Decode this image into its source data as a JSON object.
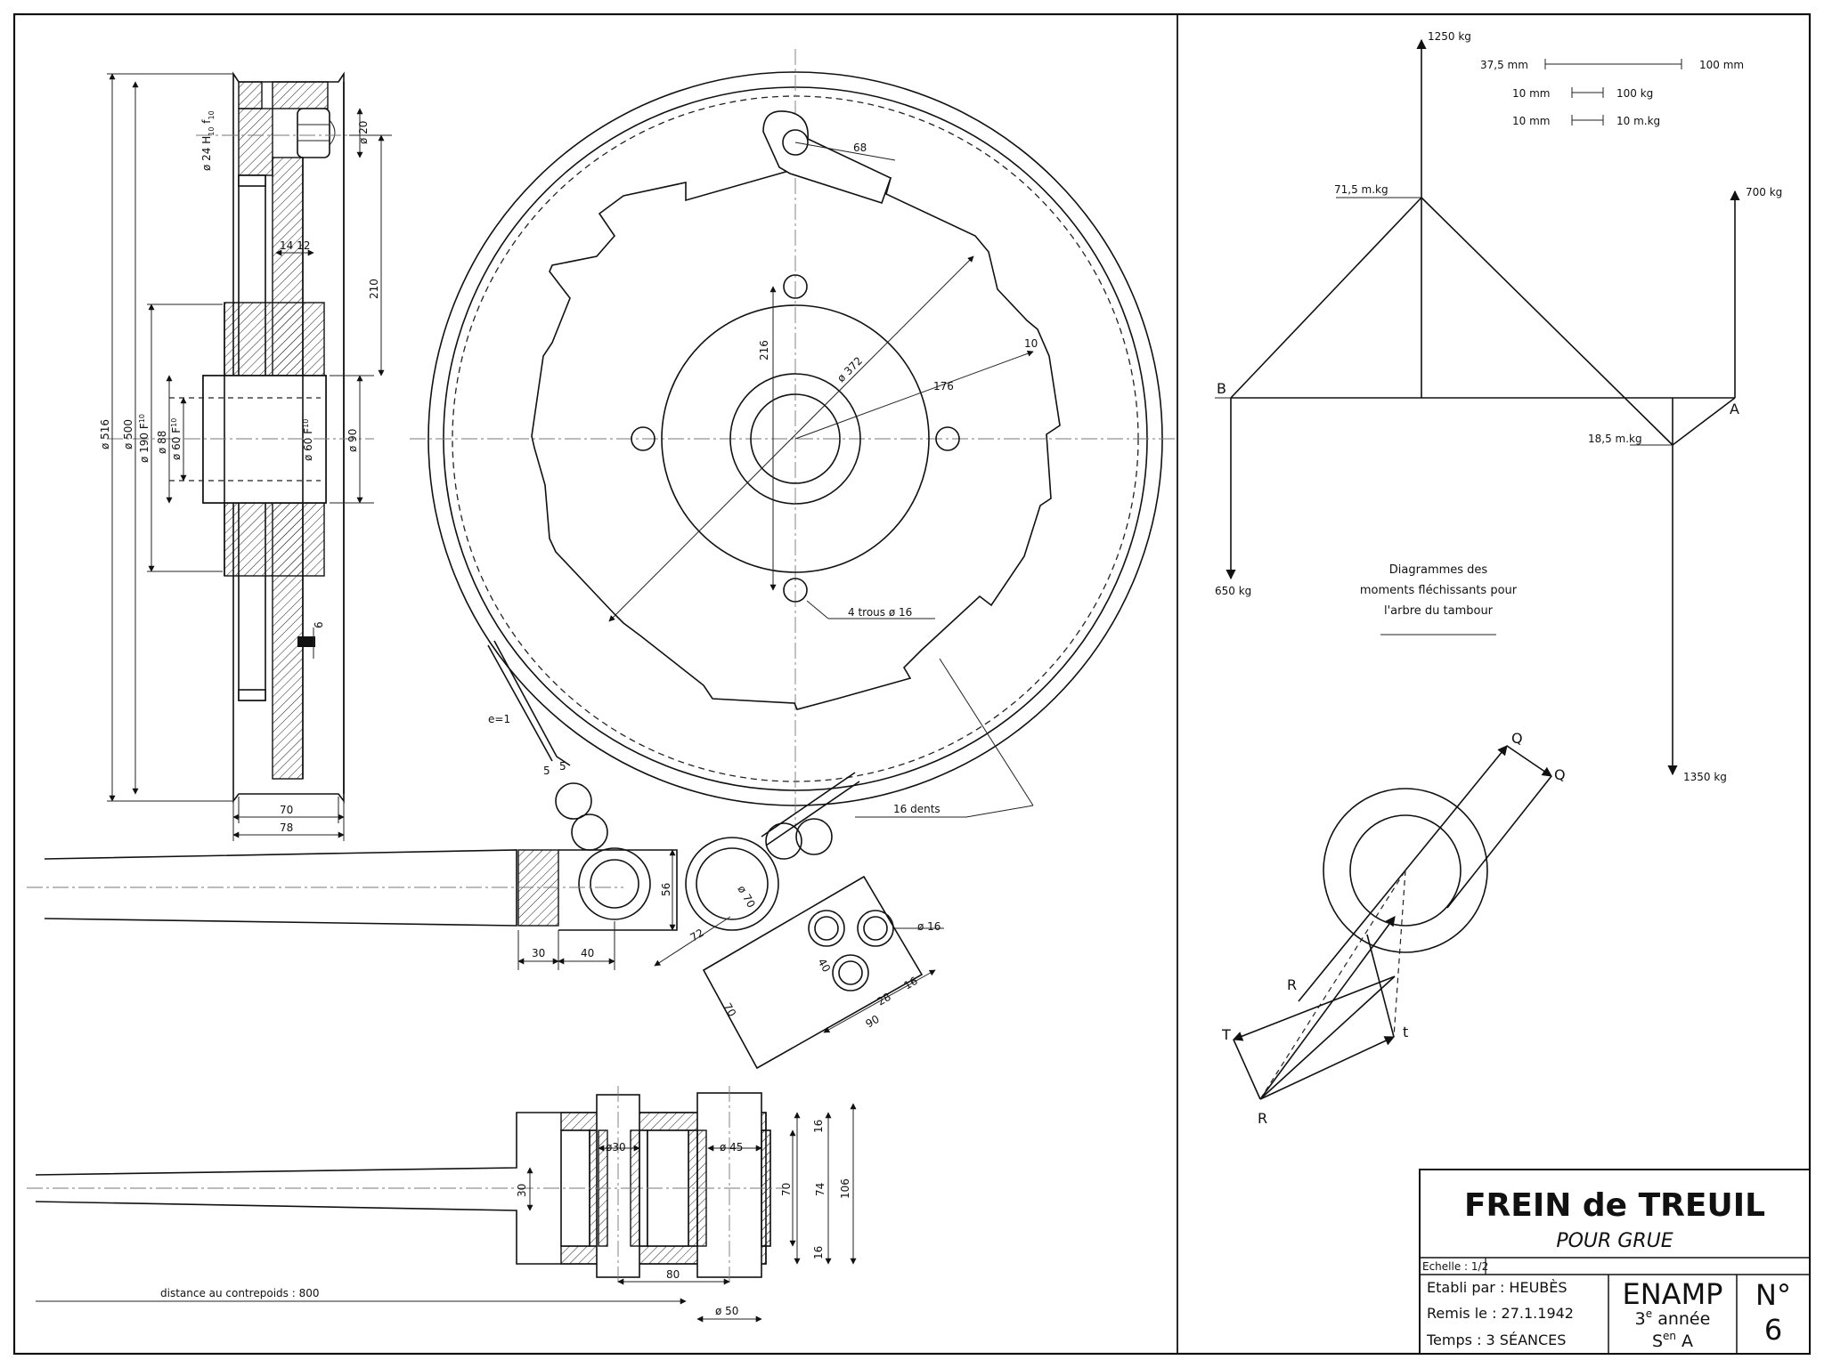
{
  "title_block": {
    "title": "FREIN de TREUIL",
    "subtitle": "POUR GRUE",
    "scale_label": "Echelle : ",
    "scale_value": "1/2",
    "author": "Etabli par : HEUBÈS",
    "date": "Remis le : 27.1.1942",
    "time": "Temps :   3 SÉANCES",
    "school": "ENAMP",
    "year_text": "année",
    "year_num": "3",
    "year_sup": "e",
    "section_main": "S",
    "section_sup": "en",
    "section_letter": " A",
    "number_label": "N°",
    "number": "6"
  },
  "side_view": {
    "dia_516": "ø 516",
    "dia_500": "ø 500",
    "dia_190": "ø 190 F",
    "dia_190_sub": "10",
    "dia_88": "ø 88",
    "dia_60": "ø 60 F",
    "dia_60_sub": "10",
    "dia_60_hub": "ø 60 F",
    "dia_60_hub_sub": "10",
    "dia_24": "ø 24 H",
    "dia_24_sub1": "10",
    "dia_24_f": " f",
    "dia_24_sub2": "10",
    "dia_20": "ø 20",
    "dia_90": "ø 90",
    "dim_210": "210",
    "dim_14_12": "14 12",
    "dim_6": "6",
    "dim_70": "70",
    "dim_78": "78"
  },
  "front_view": {
    "dim_68": "68",
    "dim_216": "216",
    "dim_372": "ø 372",
    "dim_176": "176",
    "dim_10": "10",
    "holes": "4 trous ø 16",
    "teeth": "16 dents",
    "band": "e=1",
    "dim_5a": "5",
    "dim_5b": "5"
  },
  "lever": {
    "dim_56": "56",
    "dim_30": "30",
    "dim_40": "40",
    "dim_72": "72",
    "dim_70_dia": "ø 70",
    "dim_16_dia": "ø 16",
    "dim_40b": "40",
    "dim_28": "28",
    "dim_16": "16",
    "dim_90": "90",
    "dim_70b": "70"
  },
  "plan_view": {
    "dim_30": "30",
    "dim_d30": "ø30",
    "dim_d45": "ø 45",
    "dim_16a": "16",
    "dim_70": "70",
    "dim_74": "74",
    "dim_106": "106",
    "dim_16b": "16",
    "dim_80": "80",
    "dim_d50": "ø 50",
    "contrepoids": "distance au contrepoids : 800"
  },
  "moment_diagram": {
    "load_top": "1250 kg",
    "scale1_a": "37,5 mm",
    "scale1_b": "100 mm",
    "scale2_a": "10 mm",
    "scale2_b": "100 kg",
    "scale3_a": "10 mm",
    "scale3_b": "10 m.kg",
    "moment_peak": "71,5 m.kg",
    "load_700": "700 kg",
    "point_b": "B",
    "point_a": "A",
    "moment_low": "18,5 m.kg",
    "load_650": "650 kg",
    "load_1350": "1350 kg",
    "caption_line1": "Diagrammes des",
    "caption_line2": "moments fléchissants pour",
    "caption_line3": "l'arbre du tambour"
  },
  "force_diagram": {
    "q1": "Q",
    "q2": "Q",
    "r1": "R",
    "r2": "R",
    "t_upper": "T",
    "t_lower": "t"
  }
}
